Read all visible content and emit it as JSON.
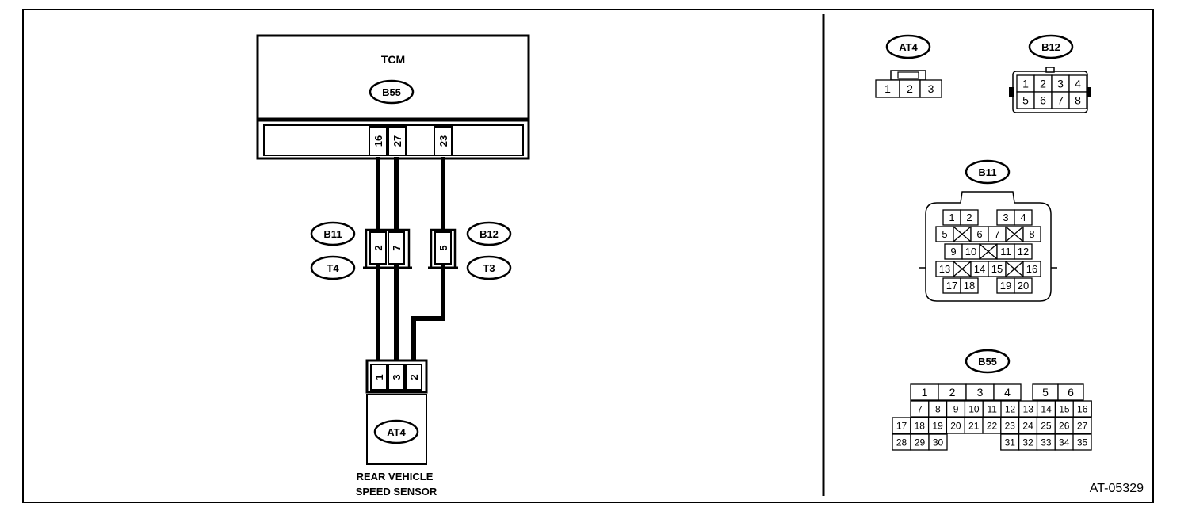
{
  "diagram": {
    "tcm_label": "TCM",
    "tcm_connector": "B55",
    "tcm_pins": [
      "16",
      "27",
      "23"
    ],
    "b11_label": "B11",
    "t4_label": "T4",
    "b11_pins": [
      "2",
      "7"
    ],
    "b12_label": "B12",
    "t3_label": "T3",
    "b12_pins": [
      "5"
    ],
    "sensor_connector": "AT4",
    "sensor_pins": [
      "1",
      "3",
      "2"
    ],
    "sensor_name_line1": "REAR VEHICLE",
    "sensor_name_line2": "SPEED SENSOR"
  },
  "connector_views": {
    "at4": {
      "label": "AT4",
      "pins": [
        "1",
        "2",
        "3"
      ]
    },
    "b12": {
      "label": "B12",
      "pins": [
        "1",
        "2",
        "3",
        "4",
        "5",
        "6",
        "7",
        "8"
      ]
    },
    "b11": {
      "label": "B11",
      "pins": [
        "1",
        "2",
        "3",
        "4",
        "5",
        "6",
        "7",
        "8",
        "9",
        "10",
        "11",
        "12",
        "13",
        "14",
        "15",
        "16",
        "17",
        "18",
        "19",
        "20"
      ]
    },
    "b55": {
      "label": "B55",
      "pins": [
        "1",
        "2",
        "3",
        "4",
        "5",
        "6",
        "7",
        "8",
        "9",
        "10",
        "11",
        "12",
        "13",
        "14",
        "15",
        "16",
        "17",
        "18",
        "19",
        "20",
        "21",
        "22",
        "23",
        "24",
        "25",
        "26",
        "27",
        "28",
        "29",
        "30",
        "31",
        "32",
        "33",
        "34",
        "35"
      ]
    }
  },
  "figure_id": "AT-05329"
}
